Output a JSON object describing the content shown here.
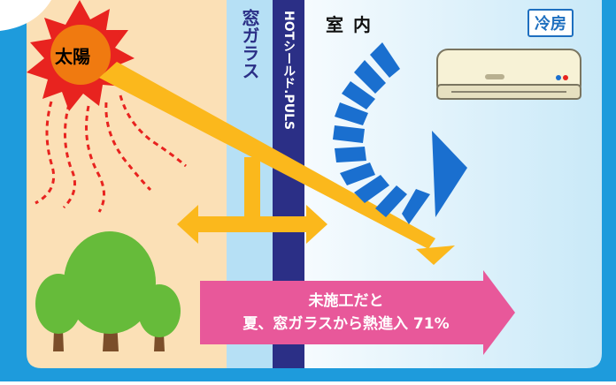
{
  "diagram": {
    "sun_label": "太陽",
    "window_glass_label": "窓ガラス",
    "film_label": "HOTシールド.PULS",
    "indoor_label": "室 内",
    "cooling_label": "冷房",
    "callout": {
      "line1": "未施工だと",
      "line2": "夏、窓ガラスから熱進入 71%"
    }
  },
  "colors": {
    "frame_blue": "#1e9bdc",
    "outdoor_beige": "#fbe0b6",
    "glass_lightblue": "#b6e0f5",
    "film_navy": "#2b2f86",
    "indoor_bg": "#eaf6fc",
    "heat_arrow": "#fbb81c",
    "cool_arrow": "#1a6fcf",
    "callout_pink": "#e8589a",
    "sun_orange": "#f07a10",
    "sun_ray_red": "#e8231f",
    "tree_green": "#66bb3a",
    "trunk_brown": "#7b4e2a"
  }
}
